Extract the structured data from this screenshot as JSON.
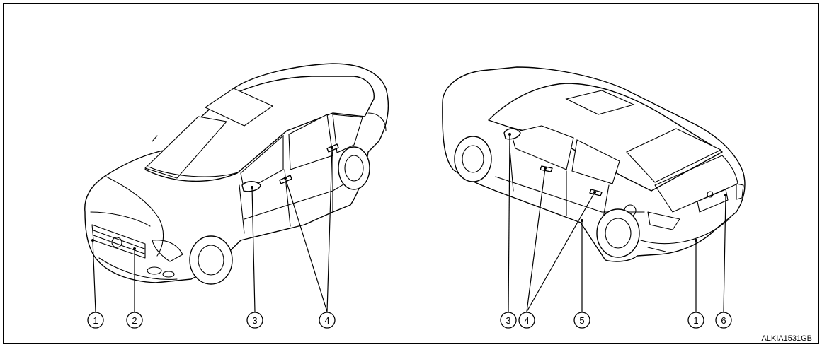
{
  "figure_code": "ALKIA1531GB",
  "callouts": {
    "front_view": [
      "1",
      "2",
      "3",
      "4"
    ],
    "rear_view": [
      "3",
      "4",
      "5",
      "1",
      "6"
    ]
  }
}
